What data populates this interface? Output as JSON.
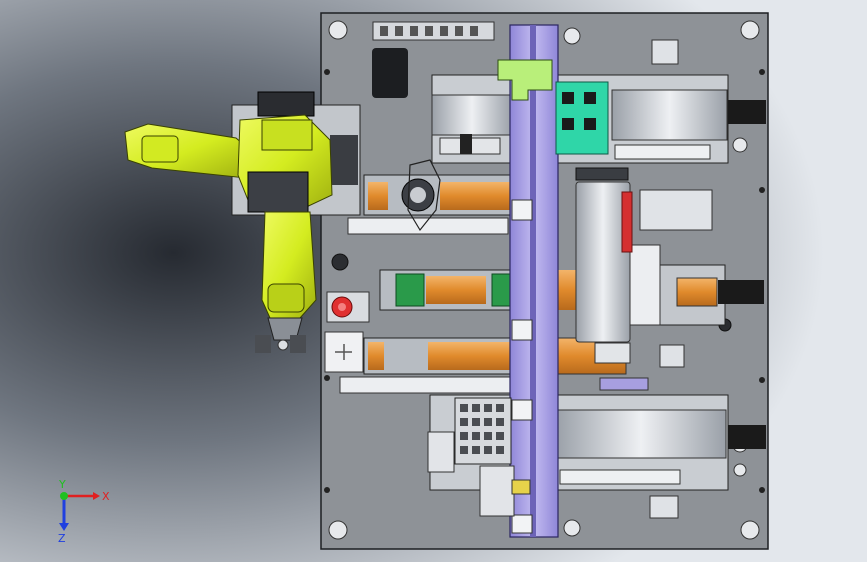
{
  "viewport": {
    "background_top": "#dfe4ea",
    "background_left": "#2b2f36"
  },
  "triad": {
    "x_label": "X",
    "y_label": "Y",
    "z_label": "Z",
    "x_color": "#e02020",
    "y_color": "#20c020",
    "z_color": "#2040e0"
  },
  "colors": {
    "base_plate": "#8d9196",
    "rail_purple": "#a79fe0",
    "robot_yellow": "#d8ef2a",
    "orange_rail": "#e89a3c",
    "teal_plate": "#2fd6a8",
    "green_module": "#2a9a4a",
    "stop_button": "#e03030"
  }
}
